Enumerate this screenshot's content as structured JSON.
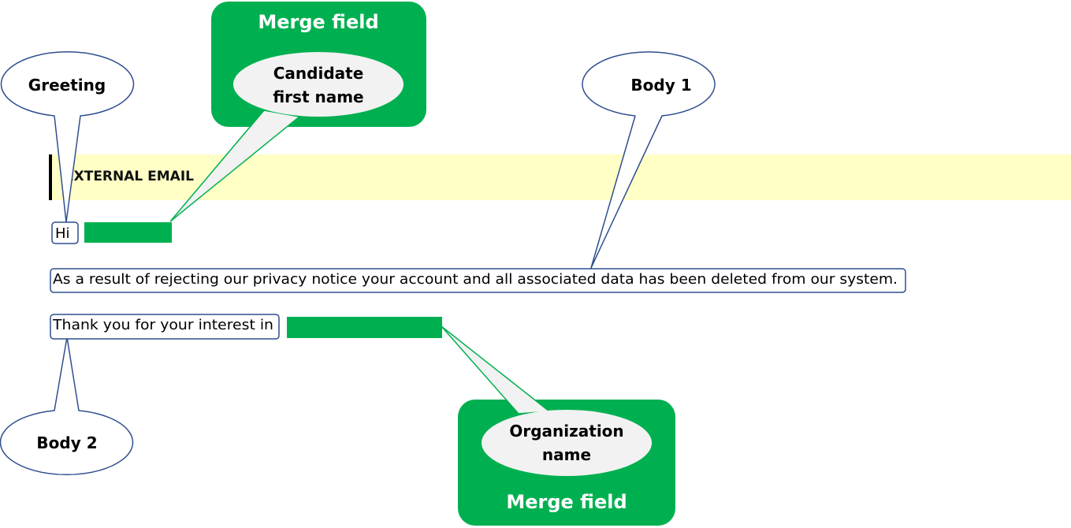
{
  "colors": {
    "merge_green": "#00b050",
    "callout_stroke": "#2f4f8f",
    "bubble_fill": "#f2f2f2",
    "banner_yellow": "#ffffc6"
  },
  "banner": {
    "text": "EXTERNAL EMAIL"
  },
  "email": {
    "greeting": "Hi",
    "body1": "As a result of rejecting our privacy notice your account and all associated data has been deleted from our system.",
    "body2": "Thank you for your interest in"
  },
  "callouts": {
    "greeting": "Greeting",
    "body1": "Body 1",
    "body2": "Body 2"
  },
  "merge_fields": {
    "first": {
      "title": "Merge field",
      "bubble_line1": "Candidate",
      "bubble_line2": "first name"
    },
    "second": {
      "title": "Merge field",
      "bubble_line1": "Organization",
      "bubble_line2": "name"
    }
  }
}
